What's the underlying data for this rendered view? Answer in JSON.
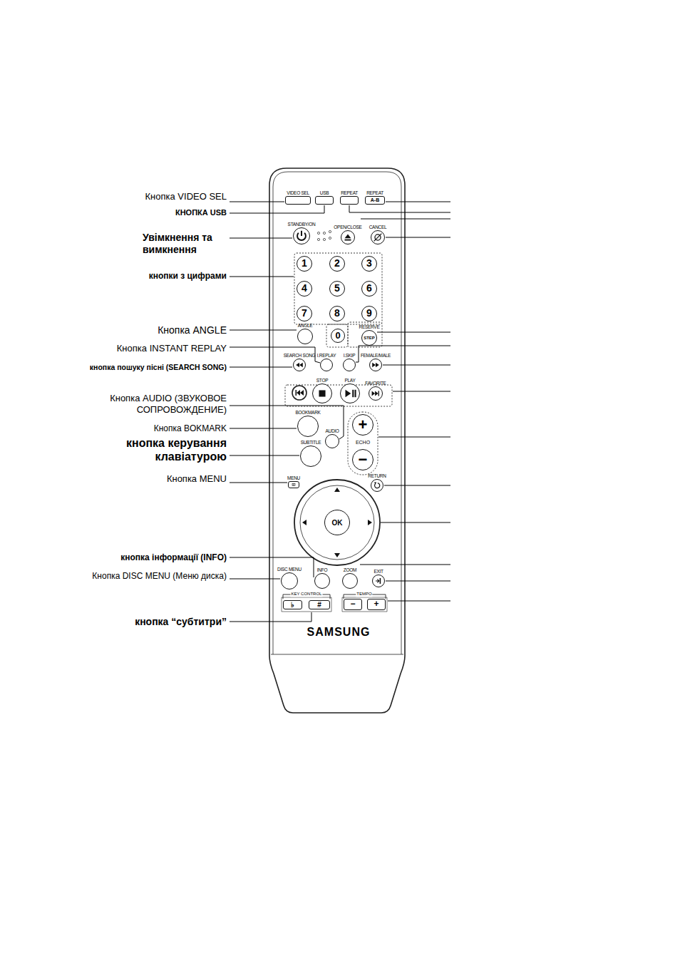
{
  "diagram": {
    "nodes": [
      {
        "text": [
          "VIDEO SEL"
        ]
      },
      {
        "text": [
          "USB"
        ]
      },
      {
        "text": [
          "REPEAT"
        ]
      },
      {
        "text": [
          "REPEAT",
          "A-B"
        ]
      },
      {
        "text": [
          "STANDBY/ON"
        ]
      },
      {
        "text": [
          "OPEN/CLOSE"
        ]
      },
      {
        "text": [
          "CANCEL"
        ]
      },
      {
        "text": [
          "1"
        ]
      },
      {
        "text": [
          "2"
        ]
      },
      {
        "text": [
          "3"
        ]
      },
      {
        "text": [
          "4"
        ]
      },
      {
        "text": [
          "5"
        ]
      },
      {
        "text": [
          "6"
        ]
      },
      {
        "text": [
          "7"
        ]
      },
      {
        "text": [
          "8"
        ]
      },
      {
        "text": [
          "9"
        ]
      },
      {
        "text": [
          "ANGLE"
        ]
      },
      {
        "text": [
          "0"
        ]
      },
      {
        "text": [
          "RESERVE",
          "STEP"
        ]
      },
      {
        "text": [
          "SEARCH SONG"
        ]
      },
      {
        "text": [
          "I.REPLAY"
        ]
      },
      {
        "text": [
          "I.SKIP"
        ]
      },
      {
        "text": [
          "FEMALE/MALE"
        ]
      },
      {
        "text": [
          "STOP"
        ]
      },
      {
        "text": [
          "PLAY"
        ]
      },
      {
        "text": [
          "FAVORITE"
        ]
      },
      {
        "text": [
          "BOOKMARK"
        ]
      },
      {
        "text": [
          "AUDIO"
        ]
      },
      {
        "text": [
          "SUBTITLE"
        ]
      },
      {
        "text": [
          "+"
        ]
      },
      {
        "text": [
          "−"
        ]
      },
      {
        "text": [
          "MENU"
        ]
      },
      {
        "text": [
          "RETURN"
        ]
      },
      {
        "text": [
          "OK"
        ]
      },
      {
        "text": [
          "DISC MENU"
        ]
      },
      {
        "text": [
          "INFO"
        ]
      },
      {
        "text": [
          "ZOOM"
        ]
      },
      {
        "text": [
          "EXIT"
        ]
      },
      {
        "text": [
          "♭"
        ]
      },
      {
        "text": [
          "#"
        ]
      },
      {
        "text": [
          "−"
        ]
      },
      {
        "text": [
          "+"
        ]
      }
    ],
    "labels": [
      "KEY CONTROL",
      "TEMPO",
      "ECHO",
      "SAMSUNG",
      "Кнопка VIDEO SEL",
      "КНОПКА USB",
      "Увімкнення та вимкнення",
      "кнопки з цифрами",
      "Кнопка ANGLE",
      "Кнопка INSTANT REPLAY",
      "кнопка пошуку пісні (SEARCH SONG)",
      "Кнопка AUDIO (ЗВУКОВОЕ СОПРОВОЖДЕНИЕ)",
      "Кнопка BOKMARK",
      "кнопка керування клавіатурою",
      "Кнопка MENU",
      "кнопка інформації (INFO)",
      "Кнопка DISC MENU (Меню диска)",
      "кнопка “субтитри”"
    ]
  }
}
